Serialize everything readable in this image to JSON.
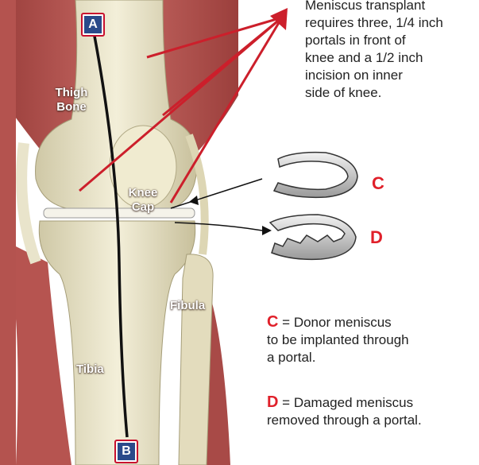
{
  "markers": {
    "a": "A",
    "b": "B"
  },
  "anatomy": {
    "thigh_bone": "Thigh\nBone",
    "knee_cap": "Knee\nCap",
    "fibula": "Fibula",
    "tibia": "Tibia"
  },
  "note_lines": [
    "Meniscus transplant",
    "requires three, 1/4 inch",
    "portals in front of",
    "knee and a 1/2 inch",
    "incision on inner",
    "side of knee."
  ],
  "callouts": {
    "c": "C",
    "d": "D"
  },
  "legend": {
    "c_letter": "C",
    "c_line1": " = Donor meniscus",
    "c_line2": "to be implanted through",
    "c_line3": "a portal.",
    "d_letter": "D",
    "d_line1": " = Damaged meniscus",
    "d_line2": "removed through a portal."
  },
  "colors": {
    "accent_red": "#e0202a",
    "marker_blue": "#2a4a8a",
    "muscle": "#b5524e",
    "bone": "#ece6c9"
  }
}
